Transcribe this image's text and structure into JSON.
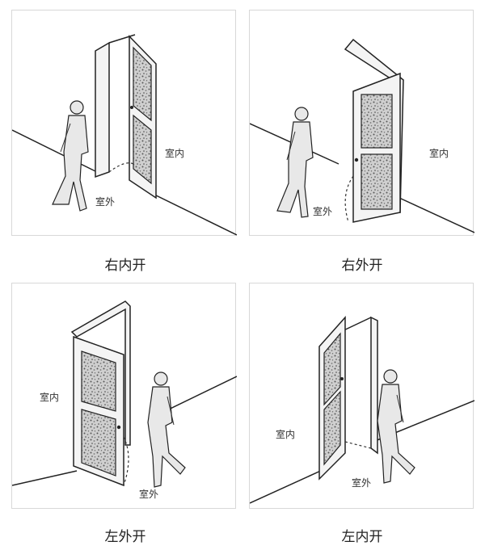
{
  "panels": [
    {
      "caption": "右内开",
      "inside_label": "室内",
      "outside_label": "室外"
    },
    {
      "caption": "右外开",
      "inside_label": "室内",
      "outside_label": "室外"
    },
    {
      "caption": "左外开",
      "inside_label": "室内",
      "outside_label": "室外"
    },
    {
      "caption": "左内开",
      "inside_label": "室内",
      "outside_label": "室外"
    }
  ]
}
